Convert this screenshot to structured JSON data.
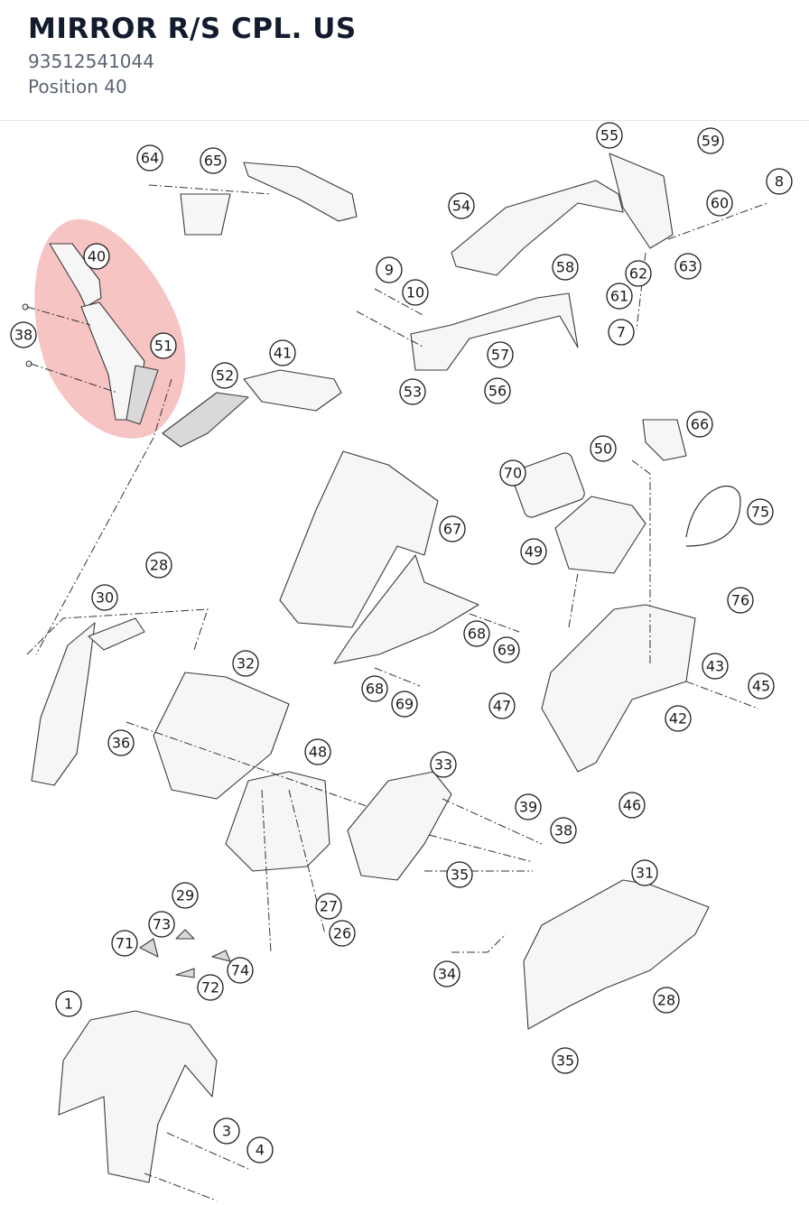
{
  "header": {
    "title": "MIRROR R/S CPL. US",
    "part_number": "93512541044",
    "position_label": "Position 40"
  },
  "diagram": {
    "highlight_color": "#f08a8a",
    "highlighted_callouts": [
      "40",
      "51"
    ],
    "callouts": [
      "64",
      "65",
      "55",
      "59",
      "8",
      "54",
      "60",
      "62",
      "63",
      "61",
      "7",
      "9",
      "10",
      "58",
      "57",
      "56",
      "53",
      "40",
      "38",
      "51",
      "41",
      "52",
      "66",
      "50",
      "70",
      "75",
      "49",
      "76",
      "67",
      "28",
      "30",
      "32",
      "68",
      "69",
      "68",
      "69",
      "43",
      "45",
      "47",
      "42",
      "46",
      "36",
      "48",
      "33",
      "39",
      "38",
      "35",
      "29",
      "27",
      "26",
      "73",
      "71",
      "74",
      "72",
      "31",
      "34",
      "28",
      "1",
      "35",
      "3",
      "4"
    ]
  }
}
